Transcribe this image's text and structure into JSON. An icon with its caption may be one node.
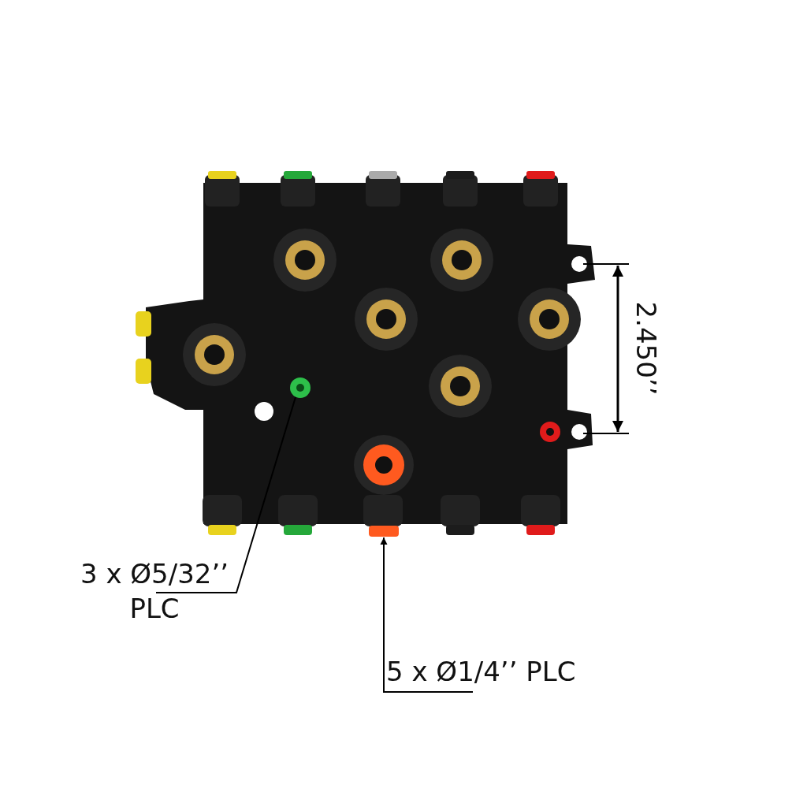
{
  "diagram": {
    "nodes": [
      {
        "text": [
          "3 x Ø5/32’’ PLC"
        ]
      },
      {
        "text": [],
        "shape": "circle"
      },
      {
        "text": [
          "5 x Ø1/4’’ PLC"
        ]
      },
      {
        "text": [],
        "shape": "bar"
      }
    ],
    "edges": [
      {
        "from": 0,
        "to": 1,
        "arrow": "none"
      },
      {
        "from": 2,
        "to": 3,
        "arrow": "to"
      }
    ],
    "labels": [
      "2.450’’"
    ]
  }
}
